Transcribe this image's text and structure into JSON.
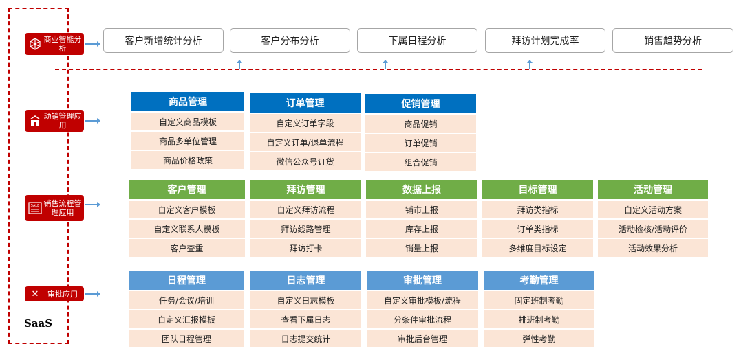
{
  "frame_label": "SaaS",
  "categories": [
    {
      "label": "商业智能分析",
      "icon": "network-icon"
    },
    {
      "label": "动销管理应用",
      "icon": "store-icon"
    },
    {
      "label": "销售流程管理应用",
      "icon": "sale-icon"
    },
    {
      "label": "审批应用",
      "icon": "close-icon"
    }
  ],
  "bi_boxes": [
    "客户新增统计分析",
    "客户分布分析",
    "下属日程分析",
    "拜访计划完成率",
    "销售趋势分析"
  ],
  "groups": {
    "dongxiao": [
      {
        "title": "商品管理",
        "items": [
          "自定义商品模板",
          "商品多单位管理",
          "商品价格政策"
        ]
      },
      {
        "title": "订单管理",
        "items": [
          "自定义订单字段",
          "自定义订单/退单流程",
          "微信公众号订货"
        ]
      },
      {
        "title": "促销管理",
        "items": [
          "商品促销",
          "订单促销",
          "组合促销"
        ]
      }
    ],
    "sales": [
      {
        "title": "客户管理",
        "items": [
          "自定义客户模板",
          "自定义联系人模板",
          "客户查重"
        ]
      },
      {
        "title": "拜访管理",
        "items": [
          "自定义拜访流程",
          "拜访线路管理",
          "拜访打卡"
        ]
      },
      {
        "title": "数据上报",
        "items": [
          "铺市上报",
          "库存上报",
          "销量上报"
        ]
      },
      {
        "title": "目标管理",
        "items": [
          "拜访类指标",
          "订单类指标",
          "多维度目标设定"
        ]
      },
      {
        "title": "活动管理",
        "items": [
          "自定义活动方案",
          "活动检核/活动评价",
          "活动效果分析"
        ]
      }
    ],
    "approval": [
      {
        "title": "日程管理",
        "items": [
          "任务/会议/培训",
          "自定义汇报模板",
          "团队日程管理"
        ]
      },
      {
        "title": "日志管理",
        "items": [
          "自定义日志模板",
          "查看下属日志",
          "日志提交统计"
        ]
      },
      {
        "title": "审批管理",
        "items": [
          "自定义审批模板/流程",
          "分条件审批流程",
          "审批后台管理"
        ]
      },
      {
        "title": "考勤管理",
        "items": [
          "固定班制考勤",
          "排班制考勤",
          "弹性考勤"
        ]
      }
    ]
  },
  "colors": {
    "red": "#c00000",
    "dark_blue": "#0070c0",
    "green": "#70ad47",
    "light_blue": "#5b9bd5",
    "item_bg": "#fbe5d6"
  }
}
